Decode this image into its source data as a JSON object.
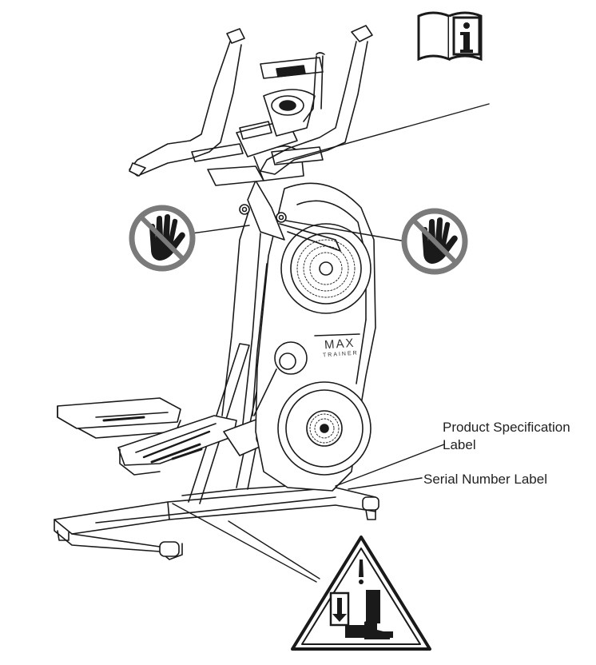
{
  "labels": {
    "product_spec_line1": "Product Specification",
    "product_spec_line2": "Label",
    "serial_number": "Serial Number Label"
  },
  "machine": {
    "brand_text": "MAX",
    "sub_text": "TRAINER"
  },
  "icons": {
    "manual": "read-manual-icon",
    "no_hand_left": "no-hand-icon",
    "no_hand_right": "no-hand-icon",
    "crush_warning": "foot-crush-warning-icon"
  },
  "colors": {
    "line": "#1a1a1a",
    "icon_gray": "#555555",
    "icon_ring": "#8a8a8a"
  }
}
